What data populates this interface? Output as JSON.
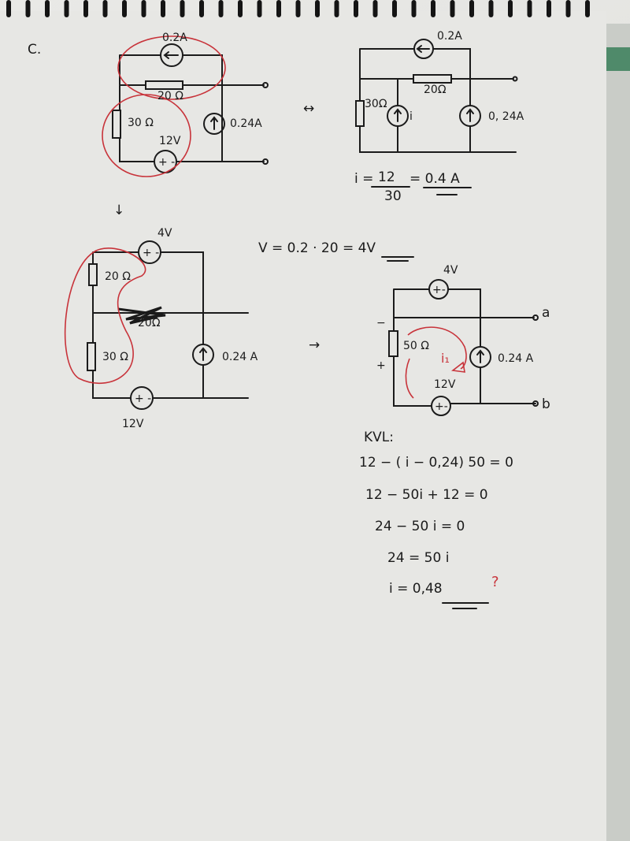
{
  "section_label": "C.",
  "circuit1": {
    "source_top": "0.2A",
    "resistor_mid": "20 Ω",
    "resistor_left": "30 Ω",
    "voltage": "12V",
    "source_right": "0.24A"
  },
  "equivalence_arrow": "↔",
  "circuit2": {
    "source_top": "0.2A",
    "resistor_mid": "20Ω",
    "resistor_left": "30Ω",
    "source_i": "i",
    "source_right": "0, 24A"
  },
  "formula_i": {
    "lhs": "i =",
    "num": "12",
    "den": "30",
    "result": "= 0.4 A"
  },
  "down_arrow": "↓",
  "circuit3": {
    "voltage_top": "4V",
    "resistor_top": "20 Ω",
    "resistor_scribbled": "20Ω",
    "resistor_bottom": "30 Ω",
    "source_right": "0.24 A",
    "voltage_bottom": "12V"
  },
  "formula_v": "V =  0.2 · 20 = 4V",
  "right_arrow": "→",
  "circuit4": {
    "voltage_top": "4V",
    "resistor": "50 Ω",
    "minus": "−",
    "plus": "+",
    "loop_current": "i₁",
    "source_right": "0.24 A",
    "voltage_bottom": "12V",
    "terminal_a": "a",
    "terminal_b": "b"
  },
  "kvl": {
    "title": "KVL:",
    "lines": [
      "12 − ( i − 0,24) 50 = 0",
      "12 − 50i + 12 = 0",
      "24 − 50 i = 0",
      "24 = 50 i",
      "i = 0,48"
    ],
    "question_mark": "?"
  },
  "colors": {
    "ink": "#1b1b1b",
    "red_pen": "#c8333a",
    "paper": "#e6e6e3"
  }
}
